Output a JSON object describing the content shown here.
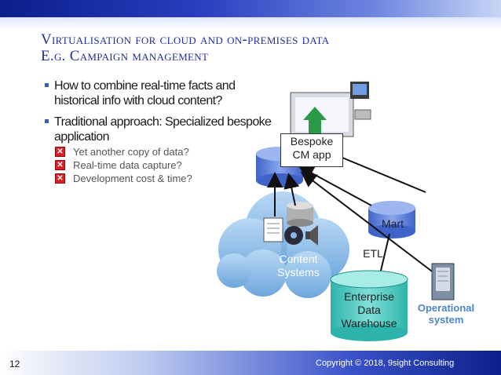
{
  "slide": {
    "title_line1": "Virtualisation for cloud and on-premises data",
    "title_line2": "E.g. Campaign management",
    "bullets": [
      {
        "text": "How to combine real-time facts and historical info with cloud content?"
      },
      {
        "text": "Traditional approach: Specialized bespoke application"
      }
    ],
    "sub_bullets": [
      "Yet another copy of data?",
      "Real-time data capture?",
      "Development cost & time?"
    ],
    "page_number": "12",
    "copyright": "Copyright © 2018, 9sight Consulting"
  },
  "diagram": {
    "bespoke_line1": "Bespoke",
    "bespoke_line2": "CM app",
    "mart": "Mart",
    "etl": "ETL",
    "content_line1": "Content",
    "content_line2": "Systems",
    "edw_line1": "Enterprise",
    "edw_line2": "Data",
    "edw_line3": "Warehouse",
    "operational_line1": "Operational",
    "operational_line2": "system"
  },
  "colors": {
    "title": "#1f2f9c",
    "cloud": "#8fbde6",
    "cylinder_blue": "#5a7fd6",
    "cylinder_teal": "#4fc7c0",
    "arrow_green": "#2a9a48",
    "x_icon": "#e01c24"
  }
}
